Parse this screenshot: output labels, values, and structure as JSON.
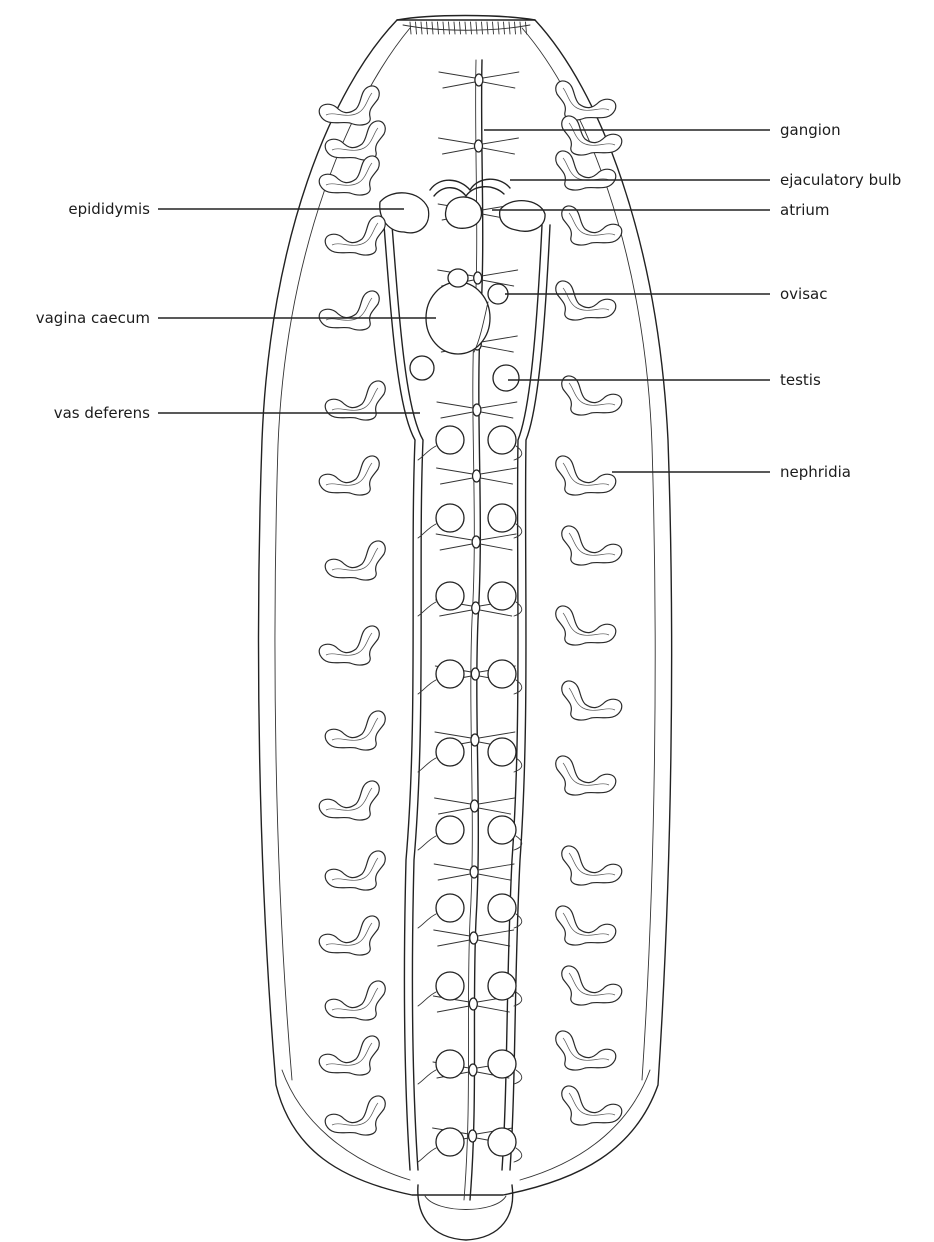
{
  "diagram": {
    "labels": {
      "gangion": "gangion",
      "ejaculatory_bulb": "ejaculatory bulb",
      "atrium": "atrium",
      "epididymis": "epididymis",
      "ovisac": "ovisac",
      "vagina_caecum": "vagina caecum",
      "testis": "testis",
      "vas_deferens": "vas deferens",
      "nephridia": "nephridia"
    },
    "segment_count": 17,
    "testis_pairs": 10
  }
}
